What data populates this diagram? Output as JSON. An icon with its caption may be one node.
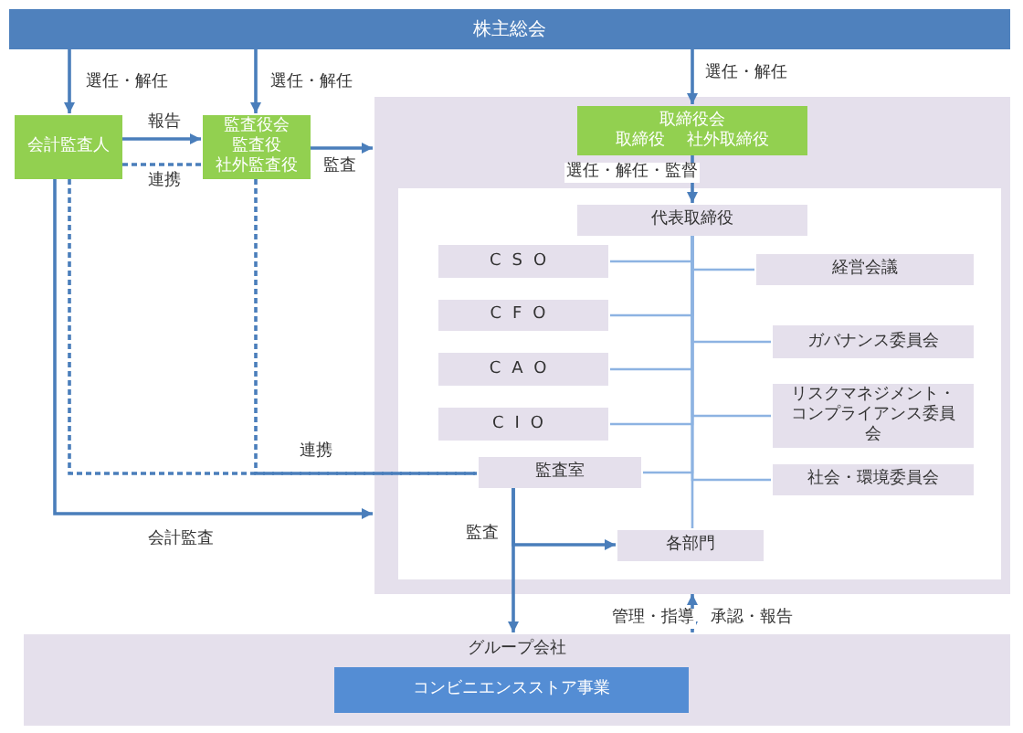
{
  "diagram": {
    "nodes": [
      {
        "text": [
          "株主総会"
        ]
      },
      {
        "text": [
          "会計監査人"
        ]
      },
      {
        "text": [
          "監査役会",
          "監査役",
          "社外監査役"
        ]
      },
      {
        "text": [],
        "shape": "box"
      },
      {
        "text": [
          "取締役会",
          "取締役",
          "社外取締役"
        ],
        "in": 3
      },
      {
        "text": [],
        "shape": "box",
        "in": 3
      },
      {
        "text": [
          "代表取締役"
        ],
        "in": 5
      },
      {
        "text": [
          "CSO"
        ],
        "in": 5
      },
      {
        "text": [
          "CFO"
        ],
        "in": 5
      },
      {
        "text": [
          "CAO"
        ],
        "in": 5
      },
      {
        "text": [
          "CIO"
        ],
        "in": 5
      },
      {
        "text": [
          "監査室"
        ],
        "in": 5
      },
      {
        "text": [
          "各部門"
        ],
        "in": 5
      },
      {
        "text": [
          "経営会議"
        ],
        "in": 5
      },
      {
        "text": [
          "ガバナンス委員会"
        ],
        "in": 5
      },
      {
        "text": [
          "リスクマネジメント・コンプライアンス委員会"
        ],
        "in": 5
      },
      {
        "text": [
          "社会・環境委員会"
        ],
        "in": 5
      },
      {
        "text": [
          "グループ会社"
        ]
      },
      {
        "text": [
          "コンビニエンスストア事業"
        ],
        "in": 17
      }
    ],
    "edges": [
      {
        "from": 0,
        "to": 1,
        "arrow": "to",
        "label": "選任・解任"
      },
      {
        "from": 0,
        "to": 2,
        "arrow": "to",
        "label": "選任・解任"
      },
      {
        "from": 0,
        "to": 4,
        "arrow": "to",
        "label": "選任・解任"
      },
      {
        "from": 1,
        "to": 2,
        "arrow": "to",
        "label": "報告"
      },
      {
        "from": 1,
        "to": 2,
        "arrow": "none",
        "style": "dashed",
        "label": "連携"
      },
      {
        "from": 2,
        "to": 3,
        "arrow": "to",
        "label": "監査"
      },
      {
        "from": 1,
        "to": 3,
        "arrow": "to",
        "label": "会計監査"
      },
      {
        "from": 1,
        "to": 11,
        "arrow": "none",
        "style": "dashed"
      },
      {
        "from": 2,
        "to": 11,
        "arrow": "none",
        "style": "dashed",
        "label": "連携"
      },
      {
        "from": 4,
        "to": 6,
        "arrow": "to",
        "label": "選任・解任・監督"
      },
      {
        "from": 6,
        "to": 7,
        "arrow": "none",
        "color": "#8db3e2"
      },
      {
        "from": 6,
        "to": 8,
        "arrow": "none",
        "color": "#8db3e2"
      },
      {
        "from": 6,
        "to": 9,
        "arrow": "none",
        "color": "#8db3e2"
      },
      {
        "from": 6,
        "to": 10,
        "arrow": "none",
        "color": "#8db3e2"
      },
      {
        "from": 6,
        "to": 11,
        "arrow": "none",
        "color": "#8db3e2"
      },
      {
        "from": 6,
        "to": 12,
        "arrow": "none",
        "color": "#8db3e2"
      },
      {
        "from": 6,
        "to": 13,
        "arrow": "none",
        "color": "#8db3e2"
      },
      {
        "from": 6,
        "to": 14,
        "arrow": "none",
        "color": "#8db3e2"
      },
      {
        "from": 6,
        "to": 15,
        "arrow": "none",
        "color": "#8db3e2"
      },
      {
        "from": 6,
        "to": 16,
        "arrow": "none",
        "color": "#8db3e2"
      },
      {
        "from": 11,
        "to": 12,
        "arrow": "to",
        "label": "監査"
      },
      {
        "from": 11,
        "to": 17,
        "arrow": "to"
      },
      {
        "from": 3,
        "to": 17,
        "arrow": "both",
        "label": "管理・指導"
      }
    ],
    "labels": [
      "承認・報告"
    ]
  }
}
